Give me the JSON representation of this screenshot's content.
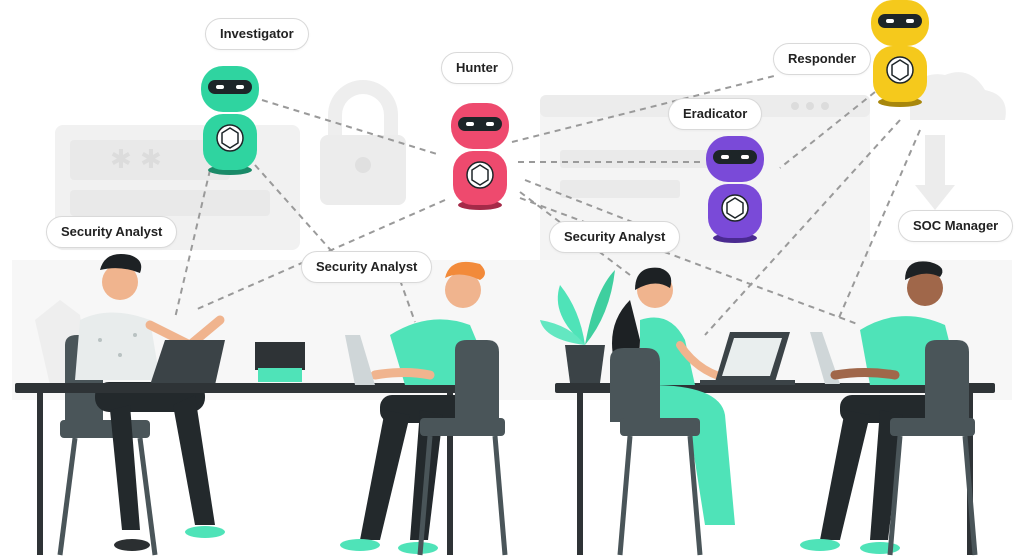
{
  "agents": [
    {
      "key": "investigator",
      "label": "Investigator",
      "color": "#2fd4a0",
      "icon": "bot-icon"
    },
    {
      "key": "hunter",
      "label": "Hunter",
      "color": "#ee4a6e",
      "icon": "bot-icon"
    },
    {
      "key": "eradicator",
      "label": "Eradicator",
      "color": "#7a4ad8",
      "icon": "bot-icon"
    },
    {
      "key": "responder",
      "label": "Responder",
      "color": "#f5c91c",
      "icon": "bot-icon"
    }
  ],
  "people": [
    {
      "key": "analyst_1",
      "label": "Security Analyst"
    },
    {
      "key": "analyst_2",
      "label": "Security Analyst"
    },
    {
      "key": "analyst_3",
      "label": "Security Analyst"
    },
    {
      "key": "manager",
      "label": "SOC Manager"
    }
  ],
  "colors": {
    "accent_shirt": "#4fe3b8",
    "chair": "#4a5559",
    "desk": "#2e3336",
    "trousers": "#23292c",
    "background_illustration": "#f2f2f2"
  }
}
